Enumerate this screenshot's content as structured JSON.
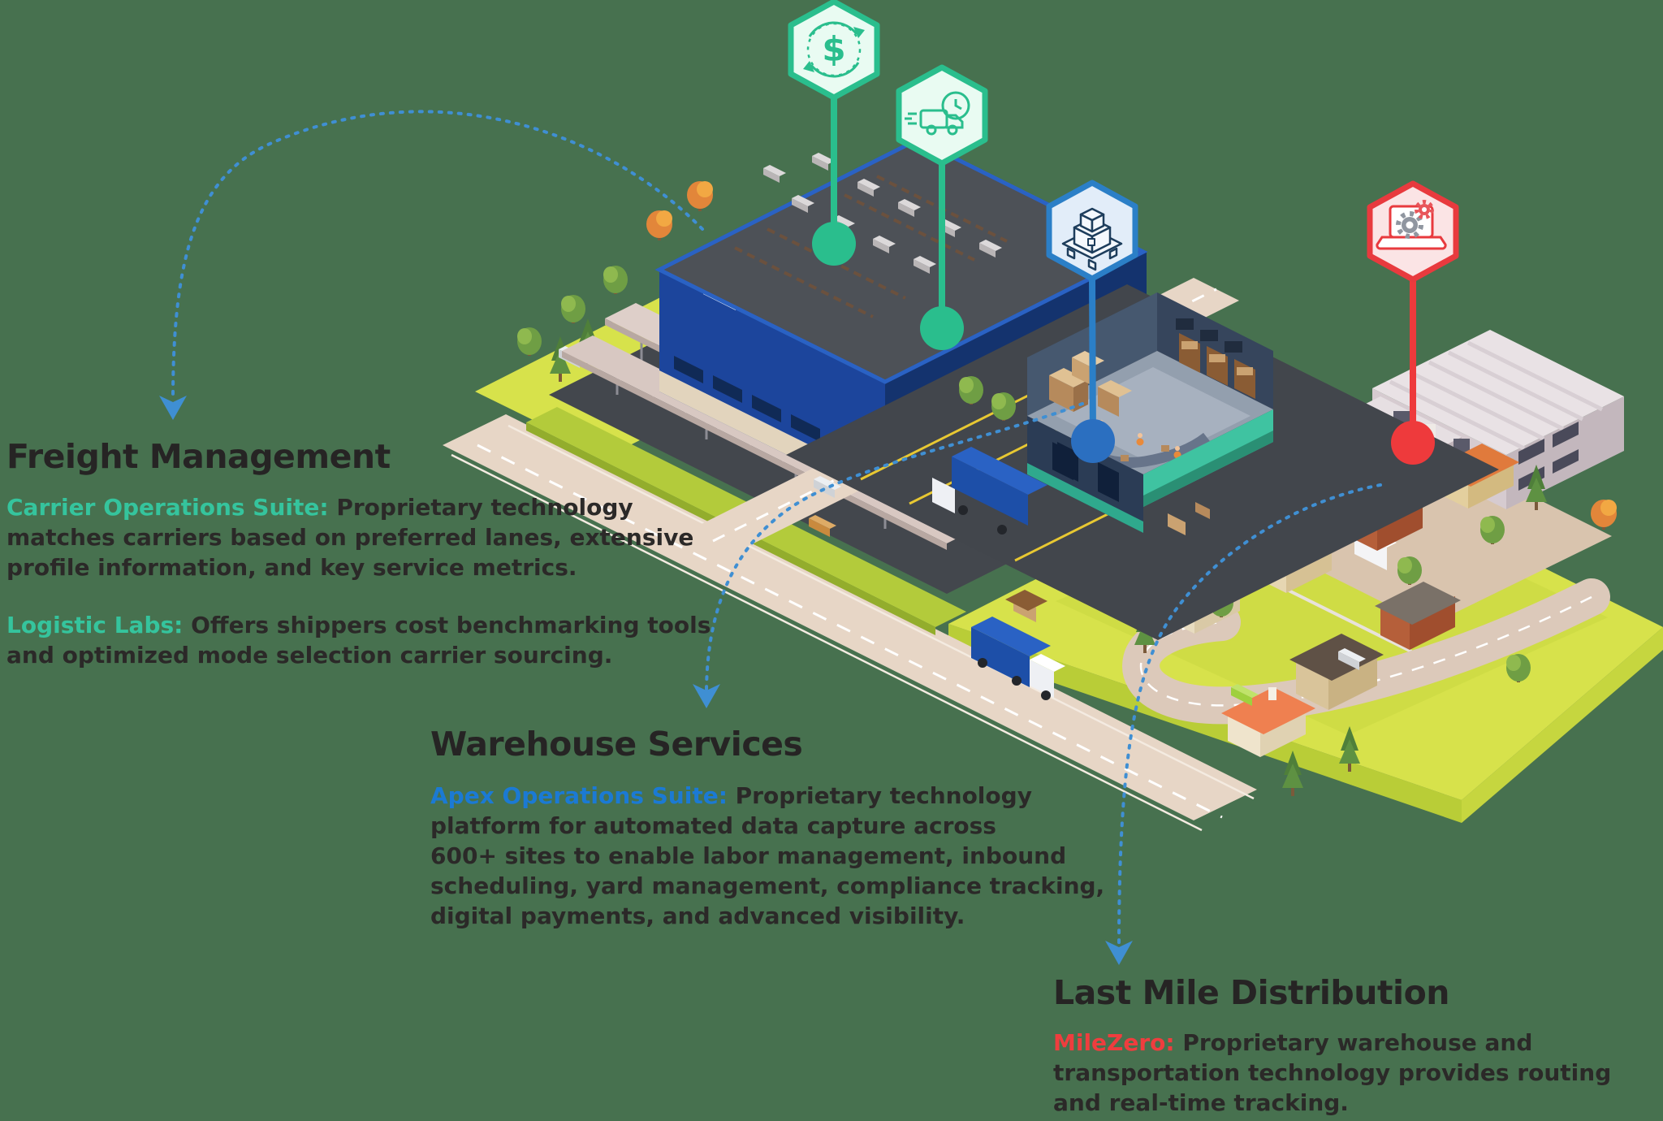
{
  "background_color": "#47714F",
  "connector_color": "#3F8FD3",
  "accent_colors": {
    "freight": "#35C49D",
    "warehouse": "#1B7AD4",
    "lastmile": "#EF3D3E"
  },
  "callouts": [
    {
      "id": "money-cycle",
      "icon": "money-cycle-icon",
      "meaning": "dollar sign with circular refresh arrows",
      "color": "#2ABE8D",
      "fill": "#E9FBF2"
    },
    {
      "id": "fast-delivery",
      "icon": "delivery-truck-clock-icon",
      "meaning": "speeding delivery truck with clock",
      "color": "#2ABE8D",
      "fill": "#E9FBF2"
    },
    {
      "id": "pallet-boxes",
      "icon": "pallet-boxes-icon",
      "meaning": "stacked boxes on a pallet",
      "color": "#2B7FC7",
      "fill": "#E2EDF9"
    },
    {
      "id": "laptop-gears",
      "icon": "laptop-gears-icon",
      "meaning": "laptop with gears",
      "color": "#E83A3E",
      "fill": "#FBE4E5"
    }
  ],
  "sections": [
    {
      "title": "Freight Management",
      "paragraphs": [
        {
          "lead": "Carrier Operations Suite:",
          "line0": "Proprietary technology",
          "line1": "matches carriers based on preferred lanes, extensive",
          "line2": "profile information, and key service metrics."
        },
        {
          "lead": "Logistic Labs:",
          "line0": "Offers shippers cost benchmarking tools",
          "line1": "and optimized mode selection carrier sourcing."
        }
      ]
    },
    {
      "title": "Warehouse Services",
      "paragraphs": [
        {
          "lead": "Apex Operations Suite:",
          "line0": "Proprietary technology",
          "line1": "platform for automated data capture across",
          "line2": "600+ sites to enable labor management, inbound",
          "line3": "scheduling, yard management, compliance tracking,",
          "line4": "digital payments, and advanced visibility."
        }
      ]
    },
    {
      "title": "Last Mile Distribution",
      "paragraphs": [
        {
          "lead": "MileZero:",
          "line0": "Proprietary warehouse and",
          "line1": "transportation technology provides routing",
          "line2": "and real-time tracking."
        }
      ]
    }
  ]
}
